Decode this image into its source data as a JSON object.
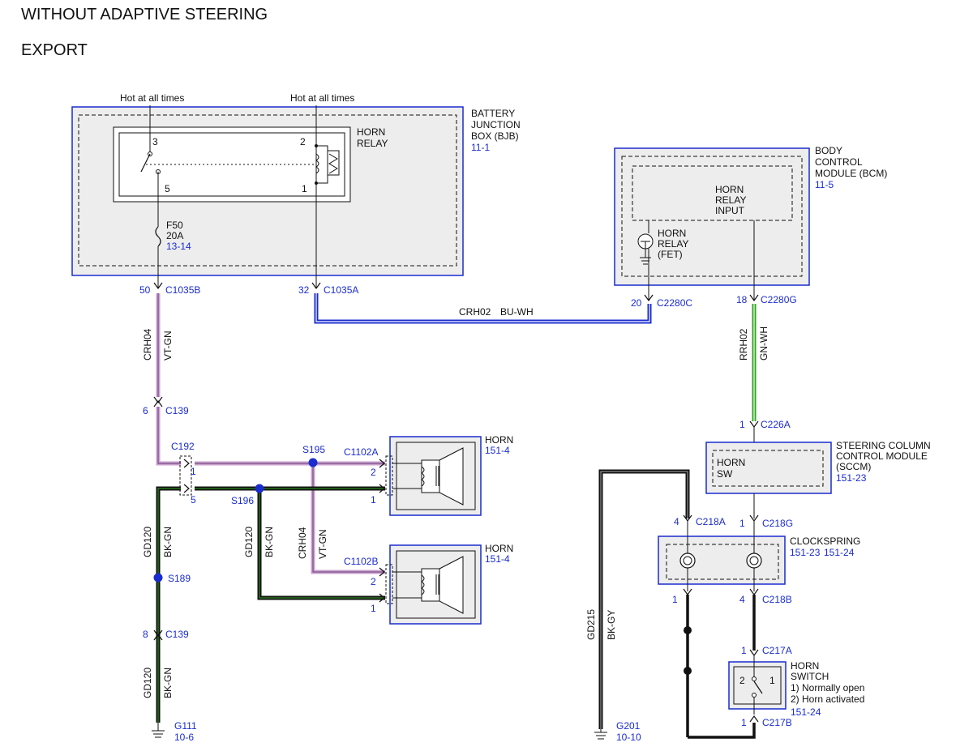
{
  "titles": {
    "line1": "WITHOUT ADAPTIVE STEERING",
    "line2": "EXPORT"
  },
  "bjb": {
    "hot1": "Hot at all times",
    "hot2": "Hot at all times",
    "name1": "BATTERY",
    "name2": "JUNCTION",
    "name3": "BOX (BJB)",
    "ref": "11-1",
    "relay_label1": "HORN",
    "relay_label2": "RELAY",
    "pin3": "3",
    "pin2": "2",
    "pin5": "5",
    "pin1": "1",
    "fuse_name": "F50",
    "fuse_rating": "20A",
    "fuse_ref": "13-14"
  },
  "bcm": {
    "name1": "BODY",
    "name2": "CONTROL",
    "name3": "MODULE (BCM)",
    "ref": "11-5",
    "input1": "HORN",
    "input2": "RELAY",
    "input3": "INPUT",
    "fet1": "HORN",
    "fet2": "RELAY",
    "fet3": "(FET)"
  },
  "connectors": {
    "c1035b_pin": "50",
    "c1035b": "C1035B",
    "c1035a_pin": "32",
    "c1035a": "C1035A",
    "c2280c_pin": "20",
    "c2280c": "C2280C",
    "c2280g_pin": "18",
    "c2280g": "C2280G",
    "c139a_pin": "6",
    "c139a": "C139",
    "c139b_pin": "8",
    "c139b": "C139",
    "c192": "C192",
    "c192_pin1": "1",
    "c192_pin5": "5",
    "s195": "S195",
    "s196": "S196",
    "s189": "S189",
    "c1102a": "C1102A",
    "c1102a_pin2": "2",
    "c1102a_pin1": "1",
    "c1102b": "C1102B",
    "c1102b_pin2": "2",
    "c1102b_pin1": "1",
    "c226a_pin": "1",
    "c226a": "C226A",
    "c218a_pin": "4",
    "c218a": "C218A",
    "c218g_pin": "1",
    "c218g": "C218G",
    "c218b_pin_l": "1",
    "c218b_pin": "4",
    "c218b": "C218B",
    "c217a_pin": "1",
    "c217a": "C217A",
    "c217b_pin": "1",
    "c217b": "C217B"
  },
  "wires": {
    "crh02": "CRH02",
    "crh02_color": "BU-WH",
    "crh04": "CRH04",
    "crh04_color": "VT-GN",
    "crh04b": "CRH04",
    "crh04b_color": "VT-GN",
    "rrh02": "RRH02",
    "rrh02_color": "GN-WH",
    "gd120a": "GD120",
    "gd120a_color": "BK-GN",
    "gd120b": "GD120",
    "gd120b_color": "BK-GN",
    "gd120c": "GD120",
    "gd120c_color": "BK-GN",
    "gd215": "GD215",
    "gd215_color": "BK-GY"
  },
  "horns": {
    "a_name": "HORN",
    "a_ref": "151-4",
    "b_name": "HORN",
    "b_ref": "151-4"
  },
  "sccm": {
    "name1": "STEERING COLUMN",
    "name2": "CONTROL MODULE",
    "name3": "(SCCM)",
    "ref": "151-23",
    "sw1": "HORN",
    "sw2": "SW"
  },
  "clockspring": {
    "name": "CLOCKSPRING",
    "ref1": "151-23",
    "ref2": "151-24"
  },
  "horn_switch": {
    "name1": "HORN",
    "name2": "SWITCH",
    "note1": "1) Normally open",
    "note2": "2) Horn activated",
    "ref": "151-24",
    "pin2": "2",
    "pin1": "1"
  },
  "grounds": {
    "g111": "G111",
    "g111_ref": "10-6",
    "g201": "G201",
    "g201_ref": "10-10"
  }
}
